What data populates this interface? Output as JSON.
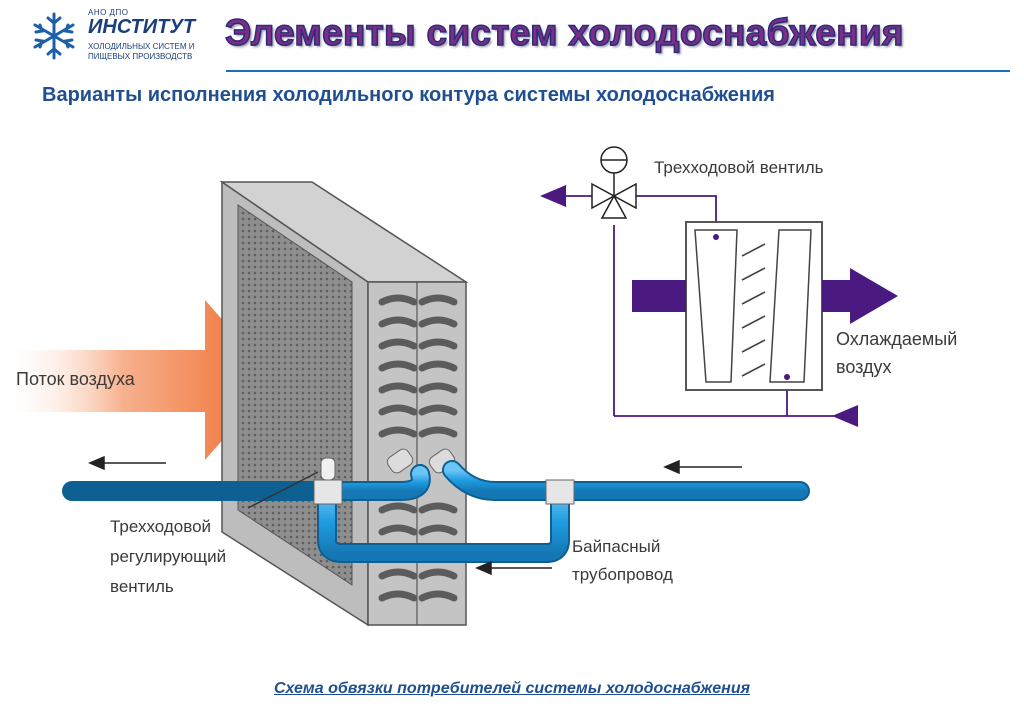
{
  "logo": {
    "small": "АНО ДПО",
    "name": "ИНСТИТУТ",
    "line1": "ХОЛОДИЛЬНЫХ СИСТЕМ И",
    "line2": "ПИЩЕВЫХ ПРОИЗВОДСТВ"
  },
  "header": {
    "title": "Элементы систем холодоснабжения",
    "subtitle": "Варианты исполнения холодильного контура системы холодоснабжения"
  },
  "diagram": {
    "air_flow": "Поток воздуха",
    "valve_left": [
      "Трехходовой",
      "регулирующий",
      "вентиль"
    ],
    "bypass": [
      "Байпасный",
      "трубопровод"
    ],
    "valve_right": "Трехходовой вентиль",
    "cooled_air": [
      "Охлаждаемый",
      "воздух"
    ]
  },
  "caption": "Схема обвязки потребителей системы холодоснабжения",
  "colors": {
    "title": "#7d2d86",
    "accent_blue": "#1f4f91",
    "pipe": "#1e9be0",
    "arrow_air": "#f07030",
    "schematic_purple": "#4a1a80"
  }
}
